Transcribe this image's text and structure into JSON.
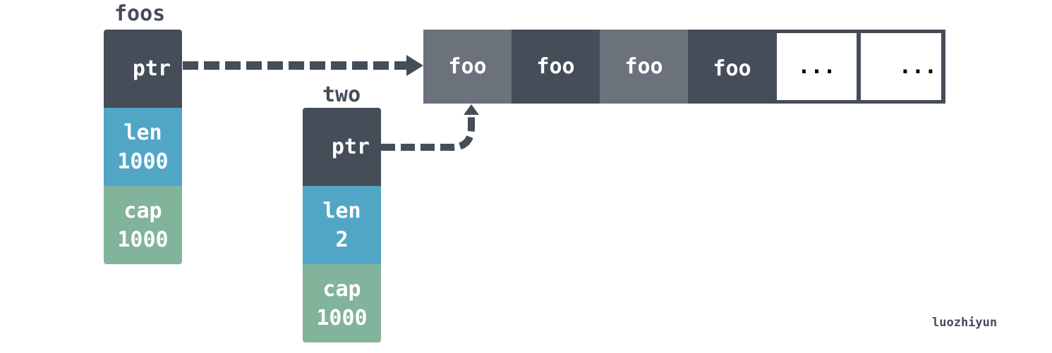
{
  "foos": {
    "name": "foos",
    "ptr_label": "ptr",
    "len_label": "len",
    "len_value": "1000",
    "cap_label": "cap",
    "cap_value": "1000"
  },
  "two": {
    "name": "two",
    "ptr_label": "ptr",
    "len_label": "len",
    "len_value": "2",
    "cap_label": "cap",
    "cap_value": "1000"
  },
  "array": {
    "cells": [
      "foo",
      "foo",
      "foo",
      "foo",
      "...",
      "..."
    ]
  },
  "watermark": "luozhiyun",
  "colors": {
    "ptr": "#454d59",
    "len": "#51a6c6",
    "cap": "#82b39b",
    "cell_light": "#6b727c",
    "cell_dark": "#454d59",
    "arrow": "#454d59"
  }
}
